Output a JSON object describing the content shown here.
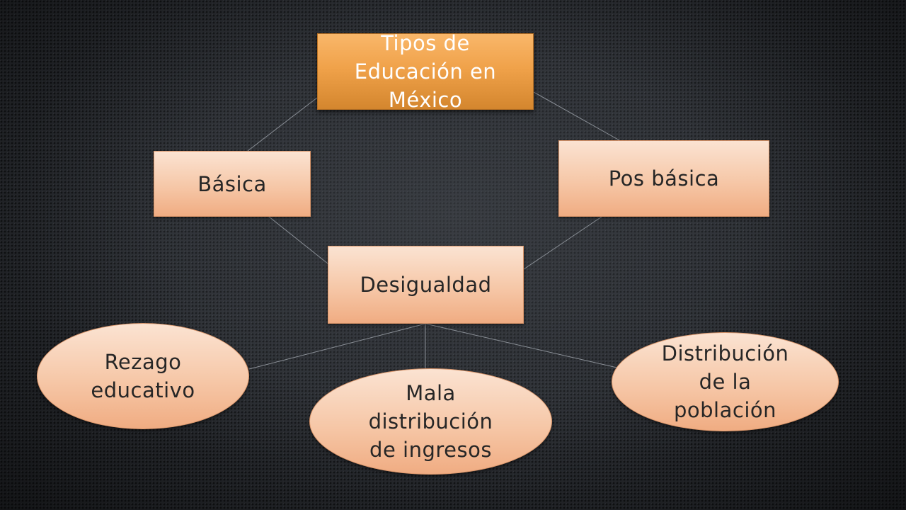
{
  "diagram": {
    "root": {
      "label": "Tipos de\nEducación en\nMéxico"
    },
    "level1": [
      {
        "label": "Básica"
      },
      {
        "label": "Pos básica"
      }
    ],
    "center": {
      "label": "Desigualdad"
    },
    "causes": [
      {
        "label": "Rezago\neducativo"
      },
      {
        "label": "Mala\ndistribución\nde ingresos"
      },
      {
        "label": "Distribución\nde  la\npoblación"
      }
    ]
  },
  "colors": {
    "background": "#2b2e33",
    "root_fill": "#f0a24a",
    "node_fill": "#f6c7a7",
    "connector": "#8a8f96"
  }
}
